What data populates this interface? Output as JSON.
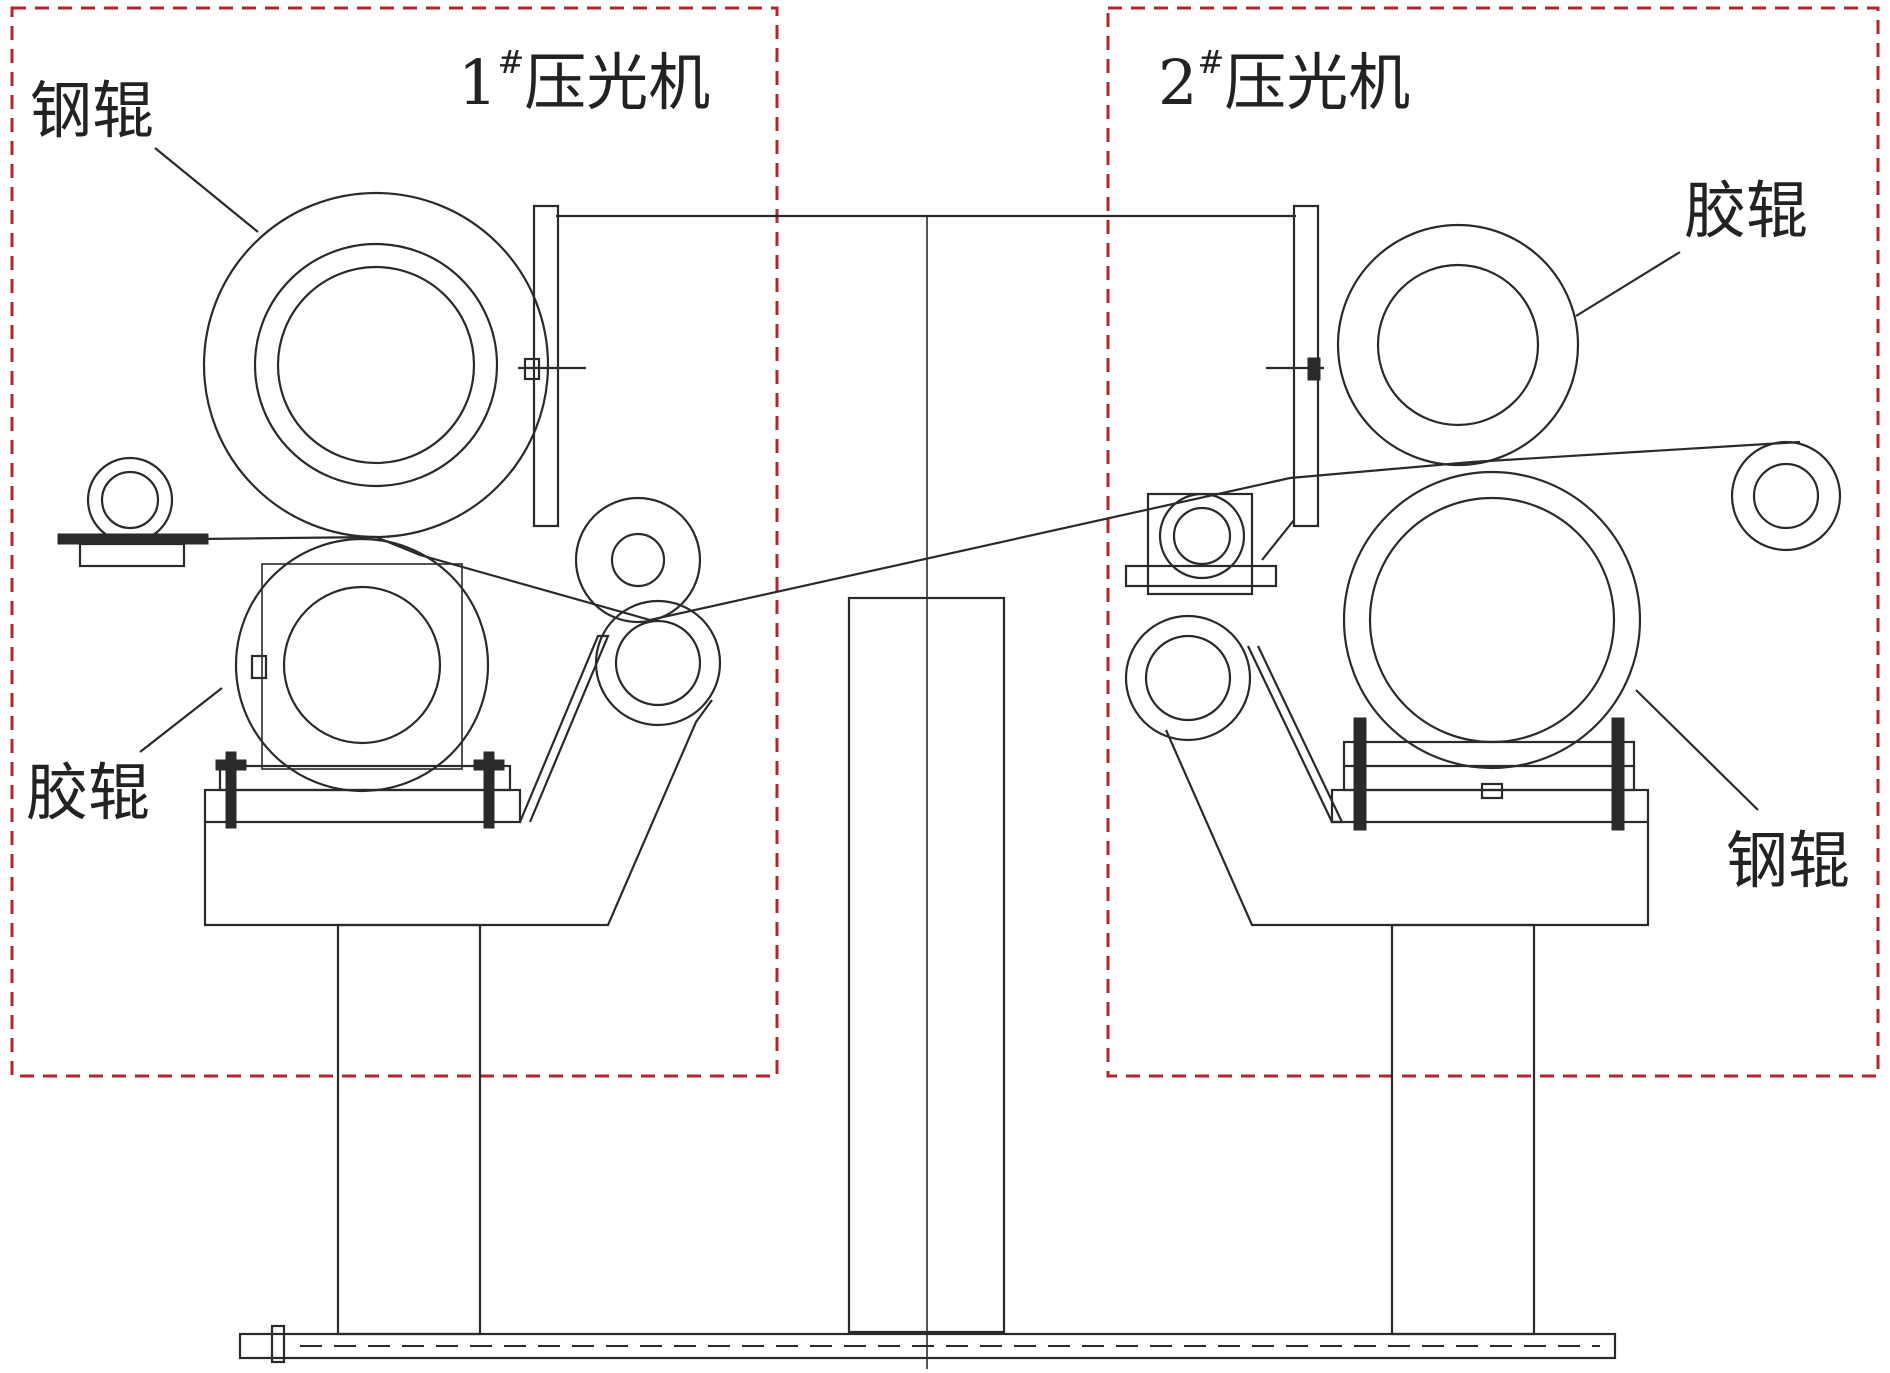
{
  "machines": {
    "m1": {
      "num": "1",
      "sup": "#",
      "name": "压光机"
    },
    "m2": {
      "num": "2",
      "sup": "#",
      "name": "压光机"
    }
  },
  "labels": {
    "m1_steel": "钢辊",
    "m1_rubber": "胶辊",
    "m2_rubber": "胶辊",
    "m2_steel": "钢辊"
  },
  "colors": {
    "boundary": "#b3262b",
    "line": "#2a2a2a"
  }
}
